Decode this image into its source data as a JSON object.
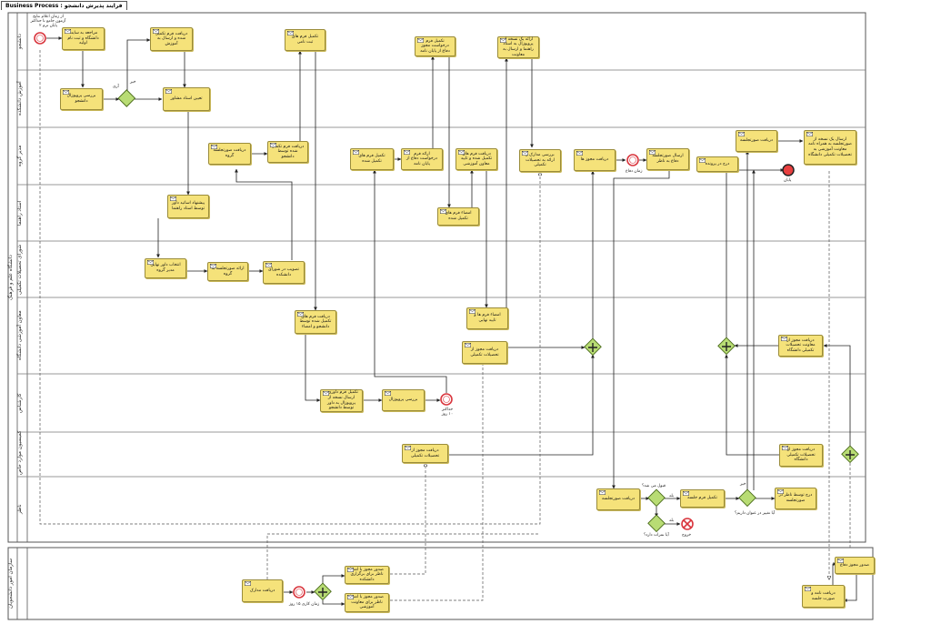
{
  "tab": {
    "title": "Business Process : فرایند پذیرش دانشجو"
  },
  "pools": {
    "main_label": "دانشگاه علم و فرهنگ",
    "bottom_label": "سازمان امور دانشجویان"
  },
  "lanes": [
    {
      "id": "l1",
      "label": "دانشجو"
    },
    {
      "id": "l2",
      "label": "آموزش دانشکده"
    },
    {
      "id": "l3",
      "label": "مدیر گروه"
    },
    {
      "id": "l4",
      "label": "استاد راهنما"
    },
    {
      "id": "l5",
      "label": "شورای تحصیلات تکمیلی"
    },
    {
      "id": "l6",
      "label": "معاون آموزشی دانشگاه"
    },
    {
      "id": "l7",
      "label": "کارشناس"
    },
    {
      "id": "l8",
      "label": "کمیسیون موارد خاص"
    },
    {
      "id": "l9",
      "label": "ناظر"
    }
  ],
  "tasks": [
    {
      "id": "t1",
      "label": "مراجعه به سایت دانشگاه و ثبت نام اولیه"
    },
    {
      "id": "t2",
      "label": "دریافت فرم تکمیل شده و ارسال به آموزش"
    },
    {
      "id": "t3",
      "label": "تکمیل فرم های ثبت نامی"
    },
    {
      "id": "t4",
      "label": "تکمیل فرم درخواست مجوز دفاع از پایان نامه"
    },
    {
      "id": "t5",
      "label": "ارائه یک نسخه از پروپوزال به استاد راهنما و ارسال به معاونت"
    },
    {
      "id": "t6",
      "label": "بررسی پروپوزال دانشجو"
    },
    {
      "id": "t7",
      "label": "تعیین استاد مشاور"
    },
    {
      "id": "t8",
      "label": "دریافت صورتجلسه گروه"
    },
    {
      "id": "t9",
      "label": "دریافت فرم تکمیل شده توسط دانشجو"
    },
    {
      "id": "t10",
      "label": "تکمیل فرم های تکمیل شده"
    },
    {
      "id": "t11",
      "label": "ارائه فرم درخواست دفاع از پایان نامه"
    },
    {
      "id": "t12",
      "label": "دریافت فرم های تکمیل شده و تایید معاون آموزشی"
    },
    {
      "id": "t13",
      "label": "بررسی مدارک و ارائه به تحصیلات تکمیلی"
    },
    {
      "id": "t14",
      "label": "دریافت مجوز ها"
    },
    {
      "id": "t15",
      "label": "ارسال صورتجلسه دفاع به ناظر"
    },
    {
      "id": "t16",
      "label": "درج در پرونده"
    },
    {
      "id": "t17",
      "label": "دریافت صورتجلسه"
    },
    {
      "id": "t18",
      "label": "ارسال یک نسخه از صورتجلسه به همراه نامه معاونت آموزشی به تحصیلات تکمیلی دانشگاه"
    },
    {
      "id": "t19",
      "label": "پیشنهاد اساتید داور توسط استاد راهنما"
    },
    {
      "id": "t20",
      "label": "امضاء فرم های تکمیل شده"
    },
    {
      "id": "t21",
      "label": "انتخاب داور نهایی مدیر گروه"
    },
    {
      "id": "t22",
      "label": "ارائه صورتجلسه به گروه"
    },
    {
      "id": "t23",
      "label": "تصویب در شورای دانشکده"
    },
    {
      "id": "t24",
      "label": "دریافت فرم های تکمیل شده توسط دانشجو و امضاء"
    },
    {
      "id": "t25",
      "label": "امضاء فرم ها و تایید نهایی"
    },
    {
      "id": "t26",
      "label": "دریافت مجوز از تحصیلات تکمیلی"
    },
    {
      "id": "t27",
      "label": "دریافت مجوز از معاونت تحصیلات تکمیلی دانشگاه"
    },
    {
      "id": "t28",
      "label": "تکمیل فرم داوری و ارسال نسخه از پروپوزال به داور توسط دانشجو"
    },
    {
      "id": "t29",
      "label": "بررسی پروپوزال"
    },
    {
      "id": "t30",
      "label": "دریافت مجوز از تحصیلات تکمیلی"
    },
    {
      "id": "t31",
      "label": "دریافت مجوز از تحصیلات تکمیلی دانشگاه"
    },
    {
      "id": "t32",
      "label": "دریافت صورتجلسه"
    },
    {
      "id": "t33",
      "label": "تکمیل فرم جلسه"
    },
    {
      "id": "t34",
      "label": "درج توسط ناظر در صورتجلسه"
    },
    {
      "id": "t35",
      "label": "دریافت مدارک"
    },
    {
      "id": "t36",
      "label": "صدور مجوز با امضا ناظر برای برگزاری دانشکده"
    },
    {
      "id": "t37",
      "label": "صدور مجوز با امضا ناظر برای معاونت آموزشی"
    },
    {
      "id": "t38",
      "label": "صدور مجوز دفاع"
    },
    {
      "id": "t39",
      "label": "دریافت نامه و صورت جلسه"
    }
  ],
  "gateways": [
    {
      "id": "g1",
      "label_yes": "آری",
      "label_no": "خیر"
    },
    {
      "id": "g2",
      "label": "قبول می شد؟",
      "label_yes": "بله"
    },
    {
      "id": "g3",
      "label_yes": "خیر",
      "label_no": "آیا تغییر در عنوان داریم؟"
    },
    {
      "id": "g4",
      "label": "آیا نمرات دارد؟",
      "label_yes": "بله"
    }
  ],
  "events": [
    {
      "id": "e1",
      "label": "از زمان اعلام نتایج آزمون جامع تا حداکثر پایان ترم ۲"
    },
    {
      "id": "e2",
      "label": "زمان دفاع"
    },
    {
      "id": "e3",
      "label": "پایان"
    },
    {
      "id": "e4",
      "label": "حداکثر ۱۰ روز"
    },
    {
      "id": "e5",
      "label": "خروج"
    },
    {
      "id": "e6",
      "label": "زمان کاری ۱۵ روز"
    }
  ],
  "colors": {
    "task_fill": "#f5e27a",
    "task_border": "#9a8c3a",
    "gateway_fill": "#b8dc74",
    "event_red": "#d9363e",
    "lane_border": "#6b6b6b"
  }
}
